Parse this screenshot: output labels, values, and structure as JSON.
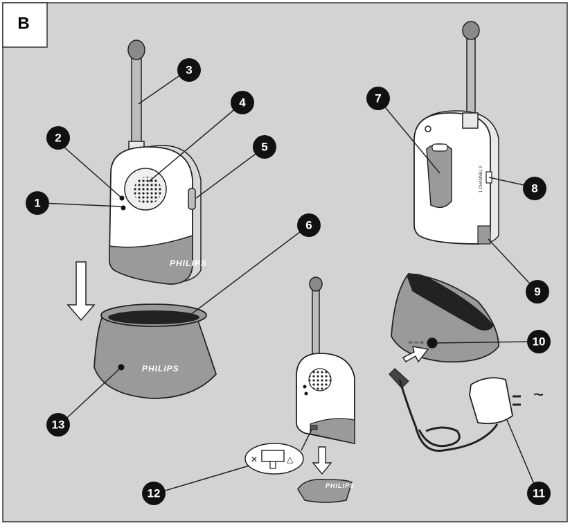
{
  "panel": {
    "label": "B"
  },
  "brand": "PHILIPS",
  "callouts": [
    "1",
    "2",
    "3",
    "4",
    "5",
    "6",
    "7",
    "8",
    "9",
    "10",
    "11",
    "12",
    "13"
  ],
  "icons": {
    "power_symbol": "dc-polarity-symbol",
    "ac_symbol": "~",
    "mute_icon": "speaker-muted-icon",
    "bell_icon": "bell-icon"
  },
  "colors": {
    "background": "#d3d3d3",
    "unit_body": "#ffffff",
    "unit_base": "#9a9a9a",
    "outline": "#222222"
  }
}
